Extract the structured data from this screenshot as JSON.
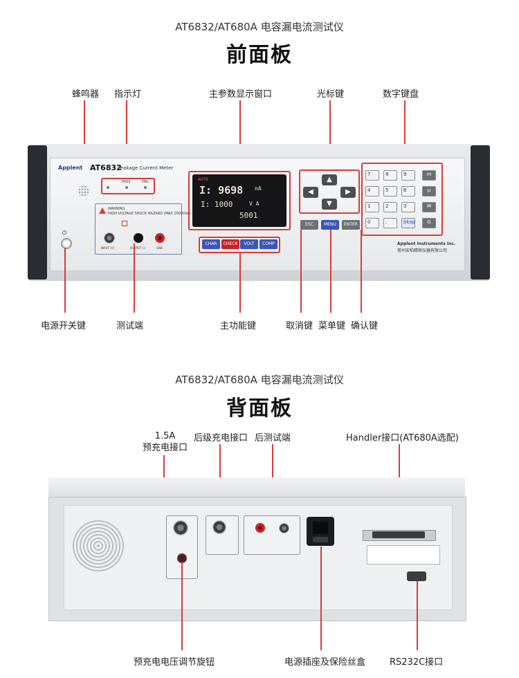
{
  "front": {
    "subtitle": "AT6832/AT680A 电容漏电流测试仪",
    "title": "前面板",
    "labels": {
      "buzzer": "蜂鸣器",
      "indicator": "指示灯",
      "main_display": "主参数显示窗口",
      "cursor_keys": "光标键",
      "numeric_keypad": "数字键盘",
      "power_switch": "电源开关键",
      "test_terminal": "测试端",
      "function_keys": "主功能键",
      "cancel_key": "取消键",
      "menu_key": "菜单键",
      "confirm_key": "确认键"
    },
    "device": {
      "brand": "Applent",
      "model": "AT6832",
      "model_desc": "Leakage Current Meter",
      "pass": "PASS",
      "fail": "FAIL",
      "warning_title": "WARNING",
      "warning_text": "HIGH VOLTAGE SHOCK HAZARD (MAX 1000Vdc)",
      "screen_line1": "I: 9698",
      "screen_unit1": "nA",
      "screen_line2": "I: 1000",
      "screen_unit2": "V A",
      "screen_line3": "5001",
      "screen_auto": "AUTO",
      "fkeys": [
        "CHAR",
        "CHECK",
        "VOLT",
        "COMP"
      ],
      "esc": "ESC",
      "menu": "MENU",
      "enter": "ENTER",
      "numkeys": [
        "7",
        "8",
        "9",
        "4",
        "5",
        "6",
        "1",
        "2",
        "3",
        "0",
        ".",
        "bksp"
      ],
      "sidekeys": [
        "m",
        "μ",
        "M",
        "G"
      ],
      "company_en": "Applent Instruments Inc.",
      "company_cn": "常州安柏精密仪器有限公司",
      "input_label": "INPUT (V)",
      "output_label": "OUTPUT (-)",
      "gnd_label": "GND"
    }
  },
  "rear": {
    "subtitle": "AT6832/AT680A 电容漏电流测试仪",
    "title": "背面板",
    "labels": {
      "precharge_port": "1.5A\n预充电接口",
      "post_charge_port": "后级充电接口",
      "rear_test": "后测试端",
      "handler_port": "Handler接口(AT680A选配)",
      "precharge_knob": "预充电电压调节旋钮",
      "power_socket": "电源插座及保险丝盒",
      "rs232": "RS232C接口"
    }
  }
}
